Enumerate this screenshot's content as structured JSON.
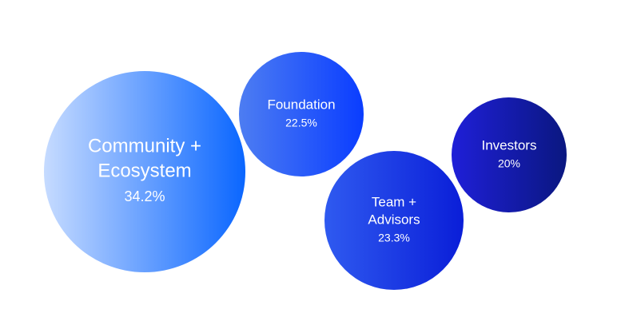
{
  "chart_data": {
    "type": "bubble",
    "items": [
      {
        "label_lines": [
          "Community +",
          "Ecosystem"
        ],
        "value_label": "34.2%",
        "value": 34.2,
        "gradient": [
          "#c6dbff",
          "#0a66ff"
        ]
      },
      {
        "label_lines": [
          "Foundation"
        ],
        "value_label": "22.5%",
        "value": 22.5,
        "gradient": [
          "#4d7df2",
          "#0a3dff"
        ]
      },
      {
        "label_lines": [
          "Team +",
          "Advisors"
        ],
        "value_label": "23.3%",
        "value": 23.3,
        "gradient": [
          "#2f5af0",
          "#0a1ed8"
        ]
      },
      {
        "label_lines": [
          "Investors"
        ],
        "value_label": "20%",
        "value": 20,
        "gradient": [
          "#1f1fd8",
          "#0a1780"
        ]
      }
    ]
  }
}
